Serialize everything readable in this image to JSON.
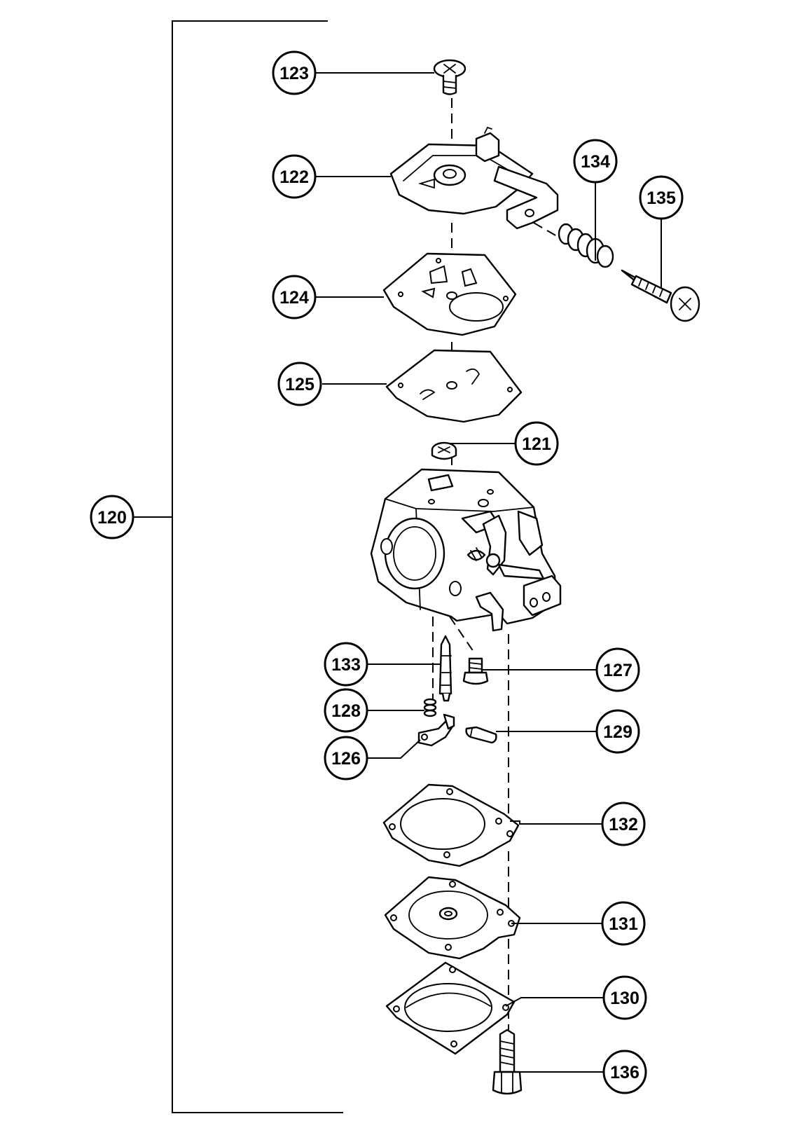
{
  "callouts": {
    "c120": "120",
    "c121": "121",
    "c122": "122",
    "c123": "123",
    "c124": "124",
    "c125": "125",
    "c126": "126",
    "c127": "127",
    "c128": "128",
    "c129": "129",
    "c130": "130",
    "c131": "131",
    "c132": "132",
    "c133": "133",
    "c134": "134",
    "c135": "135",
    "c136": "136"
  }
}
